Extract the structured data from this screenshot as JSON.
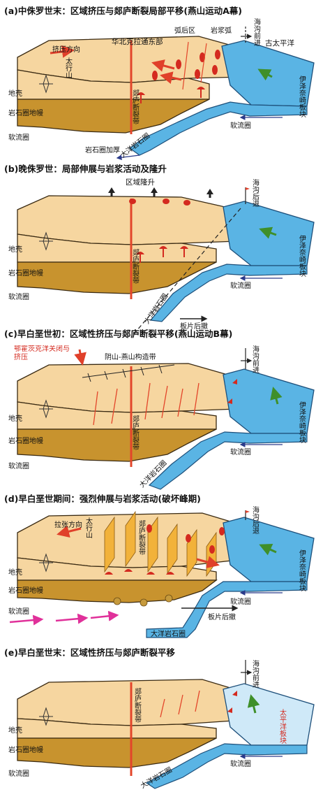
{
  "colors": {
    "crust": "#f6d6a0",
    "mantle": "#c8932e",
    "asthenosphere": "#ffffff",
    "ocean": "#5ab4e4",
    "ocean_light": "#cfe9f8",
    "fault": "#e3452a",
    "magma": "#d42a1f",
    "outline": "#3a2a12",
    "arrow_red": "#e0402a",
    "arrow_green": "#3f8f2a",
    "arrow_pink": "#e0319a"
  },
  "panels": [
    {
      "title": "(a)中侏罗世末：区域挤压与郯庐断裂局部平移(燕山运动A幕)",
      "labels": {
        "crust": "地壳",
        "mantle": "岩石圈地幔",
        "asthenosphere": "软流圈",
        "asthenosphere_right": "软流圈",
        "fault": "郯庐断裂带",
        "oceanic_lith": "大洋岩石圈",
        "plate": "伊泽奈崎板块",
        "trench": "海沟前进",
        "pacific": "古太平洋",
        "compress_dir": "挤压方向",
        "taihang": "太行山",
        "north_china_east": "华北克拉通东部",
        "back_arc": "弧后区",
        "magmatic_arc": "岩浆弧",
        "thickening": "岩石圈加厚"
      }
    },
    {
      "title": "(b)晚侏罗世：局部伸展与岩浆活动及隆升",
      "labels": {
        "crust": "地壳",
        "mantle": "岩石圈地幔",
        "asthenosphere": "软流圈",
        "asthenosphere_right": "软流圈",
        "fault": "郯庐断裂带",
        "oceanic_lith": "大洋岩石圈",
        "plate": "伊泽奈崎板块",
        "trench": "海沟后退",
        "uplift": "区域隆升",
        "rollback": "板片后撤"
      }
    },
    {
      "title": "(c)早白垩世初：区域性挤压与郯庐断裂平移(燕山运动B幕)",
      "labels": {
        "crust": "地壳",
        "mantle": "岩石圈地幔",
        "asthenosphere": "软流圈",
        "asthenosphere_right": "软流圈",
        "fault": "郯庐断裂带",
        "oceanic_lith": "大洋岩石圈",
        "plate": "伊泽奈崎板块",
        "trench": "海沟前进",
        "okhotsk": "鄂霍茨克洋关闭与挤压",
        "yinshan": "阴山-燕山构造带"
      }
    },
    {
      "title": "(d)早白垩世期间：强烈伸展与岩浆活动(破坏峰期)",
      "labels": {
        "crust": "地壳",
        "mantle": "岩石圈地幔",
        "asthenosphere": "软流圈",
        "asthenosphere_right": "软流圈",
        "fault": "郯庐断裂带",
        "oceanic_lith": "大洋岩石圈",
        "plate": "伊泽奈崎板块",
        "trench": "海沟后退",
        "extension_dir": "拉张方向",
        "taihang": "太行山",
        "rollback": "板片后撤"
      }
    },
    {
      "title": "(e)早白垩世末：区域性挤压与郯庐断裂平移",
      "labels": {
        "crust": "地壳",
        "mantle": "岩石圈地幔",
        "asthenosphere": "软流圈",
        "asthenosphere_right": "软流圈",
        "fault": "郯庐断裂带",
        "oceanic_lith": "大洋岩石圈",
        "plate": "太平洋板块",
        "trench": "海沟前进"
      }
    }
  ]
}
